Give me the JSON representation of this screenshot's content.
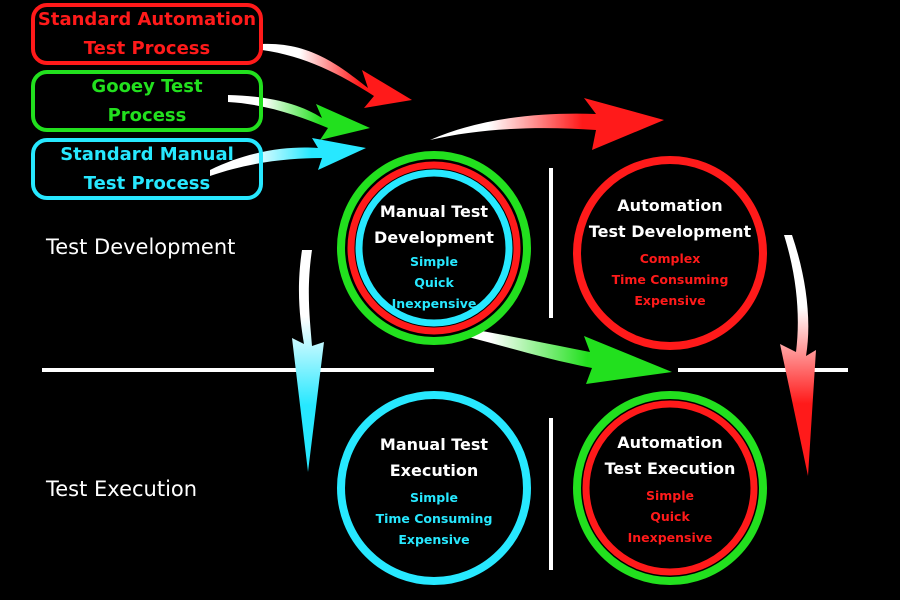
{
  "colors": {
    "automation": "#ff1a1a",
    "gooey": "#22e01e",
    "manual": "#27e8ff",
    "text": "#ffffff",
    "background": "#000000"
  },
  "legend": [
    {
      "key": "standard-automation",
      "label": "Standard Automation\nTest Process",
      "color": "#ff1a1a"
    },
    {
      "key": "gooey",
      "label": "Gooey Test\nProcess",
      "color": "#22e01e"
    },
    {
      "key": "standard-manual",
      "label": "Standard Manual\nTest Process",
      "color": "#27e8ff"
    }
  ],
  "rows": {
    "development": "Test Development",
    "execution": "Test Execution"
  },
  "nodes": {
    "manual_dev": {
      "title": "Manual Test\nDevelopment",
      "attributes": [
        "Simple",
        "Quick",
        "Inexpensive"
      ],
      "attribute_color": "#27e8ff",
      "rings": [
        "#22e01e",
        "#ff1a1a",
        "#27e8ff"
      ]
    },
    "automation_dev": {
      "title": "Automation\nTest Development",
      "attributes": [
        "Complex",
        "Time Consuming",
        "Expensive"
      ],
      "attribute_color": "#ff1a1a",
      "rings": [
        "#ff1a1a"
      ]
    },
    "manual_exec": {
      "title": "Manual Test\nExecution",
      "attributes": [
        "Simple",
        "Time Consuming",
        "Expensive"
      ],
      "attribute_color": "#27e8ff",
      "rings": [
        "#27e8ff"
      ]
    },
    "automation_exec": {
      "title": "Automation\nTest Execution",
      "attributes": [
        "Simple",
        "Quick",
        "Inexpensive"
      ],
      "attribute_color": "#ff1a1a",
      "rings": [
        "#22e01e",
        "#ff1a1a"
      ]
    }
  }
}
